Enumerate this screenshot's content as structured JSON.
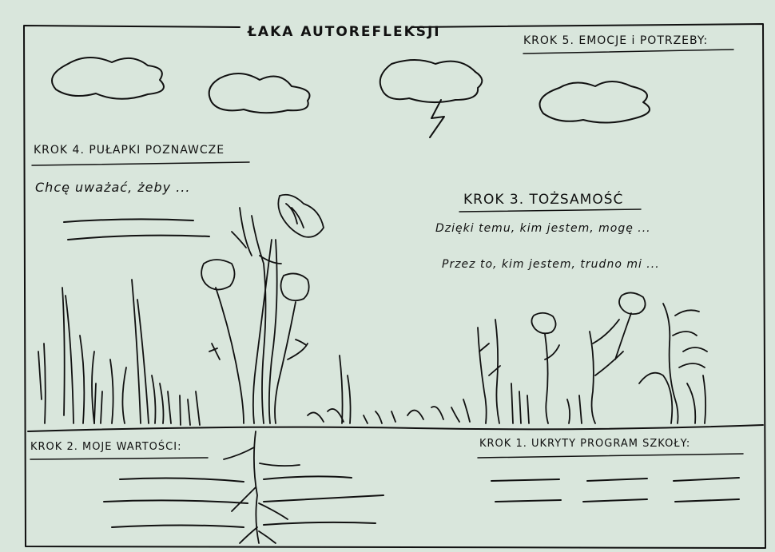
{
  "title": "ŁAKA AUTOREFLEKSJI",
  "steps": {
    "step5": "KROK 5. EMOCJE i POTRZEBY:",
    "step4": "KROK 4. PUŁAPKI POZNAWCZE",
    "step4_line": "Chcę uważać, żeby ...",
    "step3": "KROK 3. TOŻSAMOŚĆ",
    "step3_line1": "Dzięki temu, kim jestem, mogę ...",
    "step3_line2": "Przez to, kim jestem, trudno mi ...",
    "step2": "KROK 2. MOJE WARTOŚCI:",
    "step1": "KROK 1. UKRYTY PROGRAM SZKOŁY:"
  },
  "colors": {
    "background": "#d9e6dc",
    "ink": "#111111"
  },
  "icons": [
    "cloud-icon",
    "storm-cloud-icon",
    "lightning-icon",
    "flower-icon",
    "grass-icon",
    "root-icon"
  ]
}
